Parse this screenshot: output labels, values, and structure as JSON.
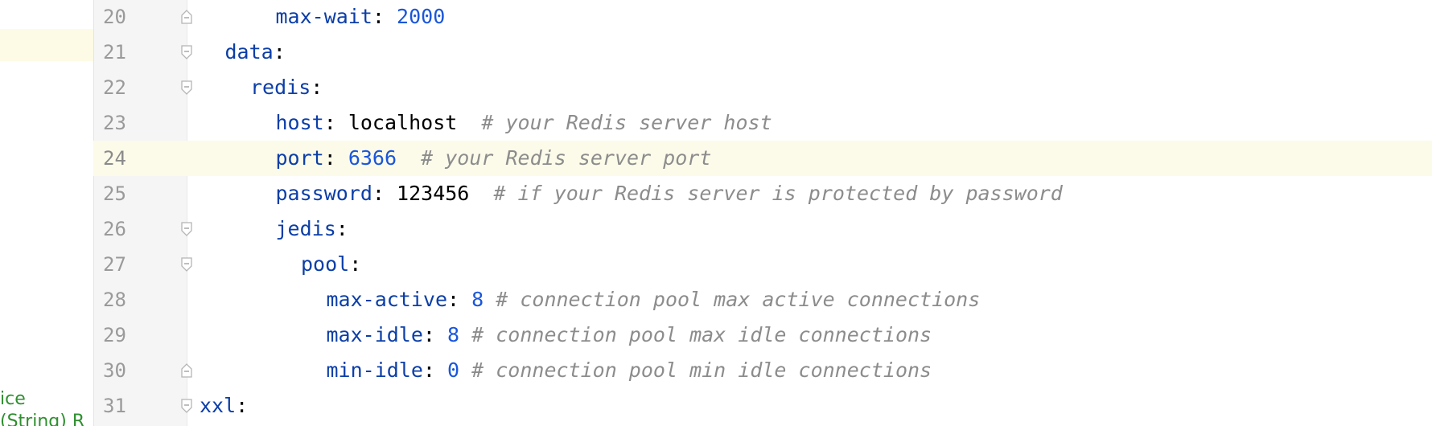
{
  "left_panel": {
    "fragments": [
      "ice",
      "(String) R"
    ]
  },
  "editor": {
    "current_line": "24",
    "lines": [
      {
        "num": "20",
        "indent": 3,
        "key": "max-wait",
        "value": "2000",
        "value_type": "num",
        "comment": "",
        "fold": "end"
      },
      {
        "num": "21",
        "indent": 1,
        "key": "data",
        "value": "",
        "value_type": "",
        "comment": "",
        "fold": "start"
      },
      {
        "num": "22",
        "indent": 2,
        "key": "redis",
        "value": "",
        "value_type": "",
        "comment": "",
        "fold": "start"
      },
      {
        "num": "23",
        "indent": 3,
        "key": "host",
        "value": "localhost",
        "value_type": "str",
        "comment": "# your Redis server host",
        "fold": ""
      },
      {
        "num": "24",
        "indent": 3,
        "key": "port",
        "value": "6366",
        "value_type": "num",
        "comment": "# your Redis server port",
        "fold": ""
      },
      {
        "num": "25",
        "indent": 3,
        "key": "password",
        "value": "123456",
        "value_type": "str",
        "comment": "# if your Redis server is protected by password",
        "fold": ""
      },
      {
        "num": "26",
        "indent": 3,
        "key": "jedis",
        "value": "",
        "value_type": "",
        "comment": "",
        "fold": "start"
      },
      {
        "num": "27",
        "indent": 4,
        "key": "pool",
        "value": "",
        "value_type": "",
        "comment": "",
        "fold": "start"
      },
      {
        "num": "28",
        "indent": 5,
        "key": "max-active",
        "value": "8",
        "value_type": "num",
        "comment": "# connection pool max active connections",
        "fold": ""
      },
      {
        "num": "29",
        "indent": 5,
        "key": "max-idle",
        "value": "8",
        "value_type": "num",
        "comment": "# connection pool max idle connections",
        "fold": ""
      },
      {
        "num": "30",
        "indent": 5,
        "key": "min-idle",
        "value": "0",
        "value_type": "num",
        "comment": "# connection pool min idle connections",
        "fold": "end"
      },
      {
        "num": "31",
        "indent": 0,
        "key": "xxl",
        "value": "",
        "value_type": "",
        "comment": "",
        "fold": "start"
      }
    ]
  },
  "colors": {
    "key": "#0b3ea8",
    "number": "#1a56db",
    "comment": "#8c8c8c",
    "current_line_bg": "#fcfae9"
  },
  "icons": {
    "fold_start": "fold-open-icon",
    "fold_end": "fold-close-icon"
  }
}
